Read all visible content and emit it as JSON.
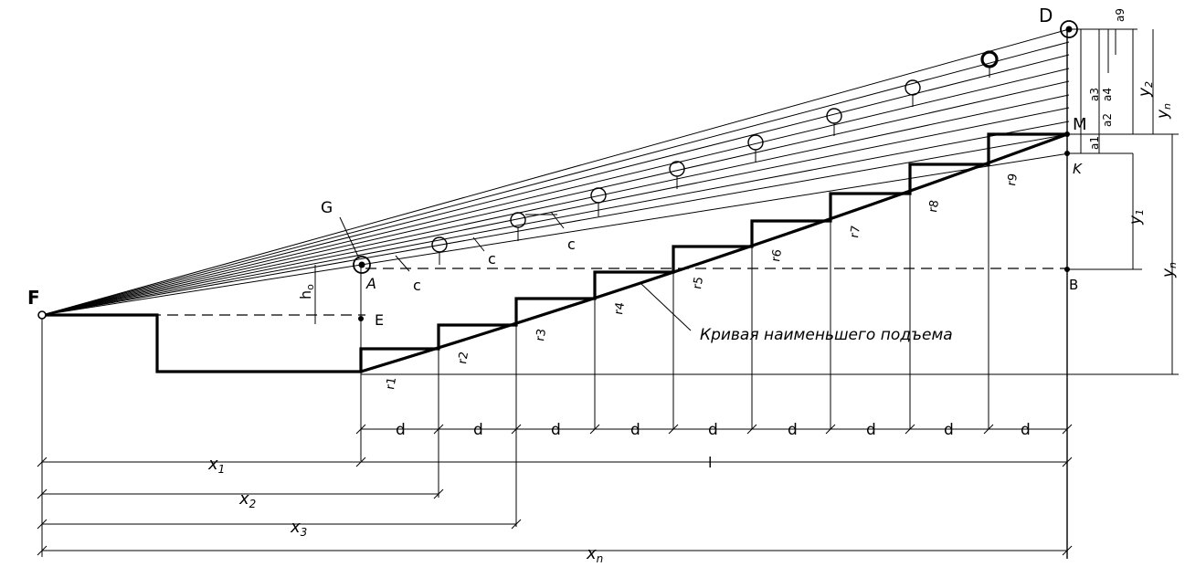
{
  "points": {
    "F": "F",
    "D": "D",
    "G": "G",
    "A": "A",
    "E": "E",
    "M": "M",
    "K": "K",
    "B": "B"
  },
  "curve_label": "Кривая наименьшего подъема",
  "clearance_label": "c",
  "eye_offset_label": "h",
  "eye_offset_sub": "o",
  "row_width_label": "d",
  "horizontal_dims": {
    "x1": {
      "main": "x",
      "sub": "1"
    },
    "x2": {
      "main": "x",
      "sub": "2"
    },
    "x3": {
      "main": "x",
      "sub": "3"
    },
    "xn": {
      "main": "x",
      "sub": "n"
    },
    "l": "l"
  },
  "vertical_dims": {
    "y1": {
      "main": "y",
      "sub": "1"
    },
    "y2": {
      "main": "y",
      "sub": "2"
    },
    "yn_upper": {
      "main": "y",
      "sub": "n"
    },
    "yn_lower": {
      "main": "y",
      "sub": "n"
    }
  },
  "riser_labels": [
    "r1",
    "r2",
    "r3",
    "r4",
    "r5",
    "r6",
    "r7",
    "r8",
    "r9"
  ],
  "rise_labels": [
    "a1",
    "a2",
    "a3",
    "a4",
    "a9"
  ]
}
